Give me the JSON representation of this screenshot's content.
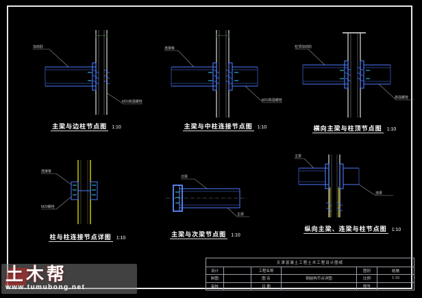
{
  "sheet": {
    "frame_color": "#e8e8e8"
  },
  "views": [
    {
      "title": "主梁与边柱节点图",
      "scale": "1:10",
      "annotations": [
        "加劲肋",
        "M20高强螺栓"
      ]
    },
    {
      "title": "主梁与中柱连接节点图",
      "scale": "1:10",
      "annotations": [
        "连接板",
        "M20高强螺栓"
      ]
    },
    {
      "title": "横向主梁与柱顶节点图",
      "scale": "1:10",
      "annotations": [
        "柱顶加劲肋",
        "高强螺栓"
      ]
    },
    {
      "title": "柱与柱连接节点详图",
      "scale": "1:10",
      "annotations": [
        "连接板",
        "M20螺栓"
      ]
    },
    {
      "title": "主梁与次梁节点图",
      "scale": "1:10",
      "annotations": [
        "次梁",
        "主梁"
      ]
    },
    {
      "title": "纵向主梁、连梁与柱节点图",
      "scale": "1:10",
      "annotations": [
        "主梁",
        "连梁"
      ]
    }
  ],
  "title_block": {
    "header": "天津混凝土工程土木工程设计图纸",
    "rows": [
      [
        "设计",
        "",
        "工程名称",
        "",
        "图别",
        "结施"
      ],
      [
        "制图",
        "",
        "图  名",
        "钢结构节点详图",
        "比例",
        "1:10"
      ],
      [
        "审核",
        "",
        "日  期",
        "",
        "图号",
        ""
      ]
    ]
  },
  "watermark": {
    "logo": "土木帮",
    "url": "www.tumubong.net"
  }
}
